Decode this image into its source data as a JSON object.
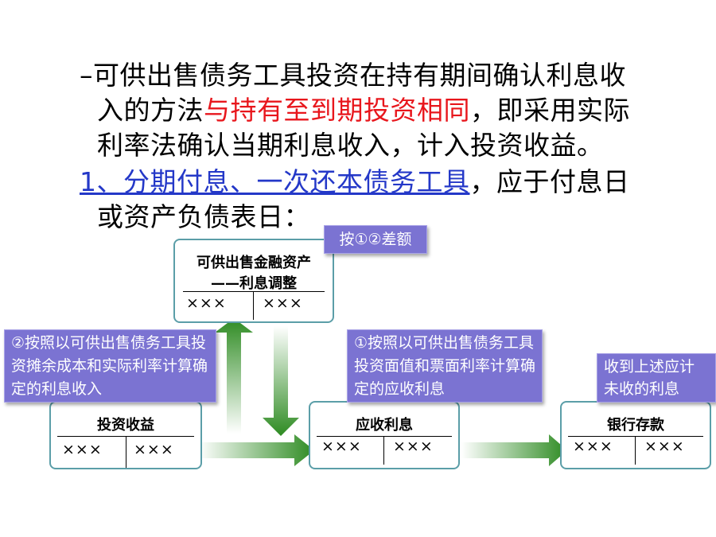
{
  "text": {
    "line1": "–可供出售债务工具投资在持有期间确认利息收",
    "line2_a": "入的方法",
    "line2_red": "与持有至到期投资相同",
    "line2_b": "，即采用实际",
    "line3": "利率法确认当期利息收入，计入投资收益。",
    "line4_link": "1、分期付息、一次还本债务工具",
    "line4_b": "，应于付息日",
    "line5": "或资产负债表日："
  },
  "accounts": {
    "afs": {
      "title1": "可供出售金融资产",
      "title2": "——利息调整",
      "left": "×××",
      "right": "×××"
    },
    "income": {
      "title": "投资收益",
      "left": "×××",
      "right": "×××"
    },
    "receivable": {
      "title": "应收利息",
      "left": "×××",
      "right": "×××"
    },
    "bank": {
      "title": "银行存款",
      "left": "×××",
      "right": "×××"
    }
  },
  "callouts": {
    "diff": "按①②差额",
    "c2": "②按照以可供出售债务工具投资摊余成本和实际利率计算确定的利息收入",
    "c1": "①按照以可供出售债务工具投资面值和票面利率计算确定的应收利息",
    "bank": "收到上述应计未收的利息"
  },
  "colors": {
    "accent_red": "#e8161c",
    "link_blue": "#2438c8",
    "callout": "#7b73d2",
    "box_border": "#5b9ea8",
    "arrow_green": "#2e8b22"
  }
}
